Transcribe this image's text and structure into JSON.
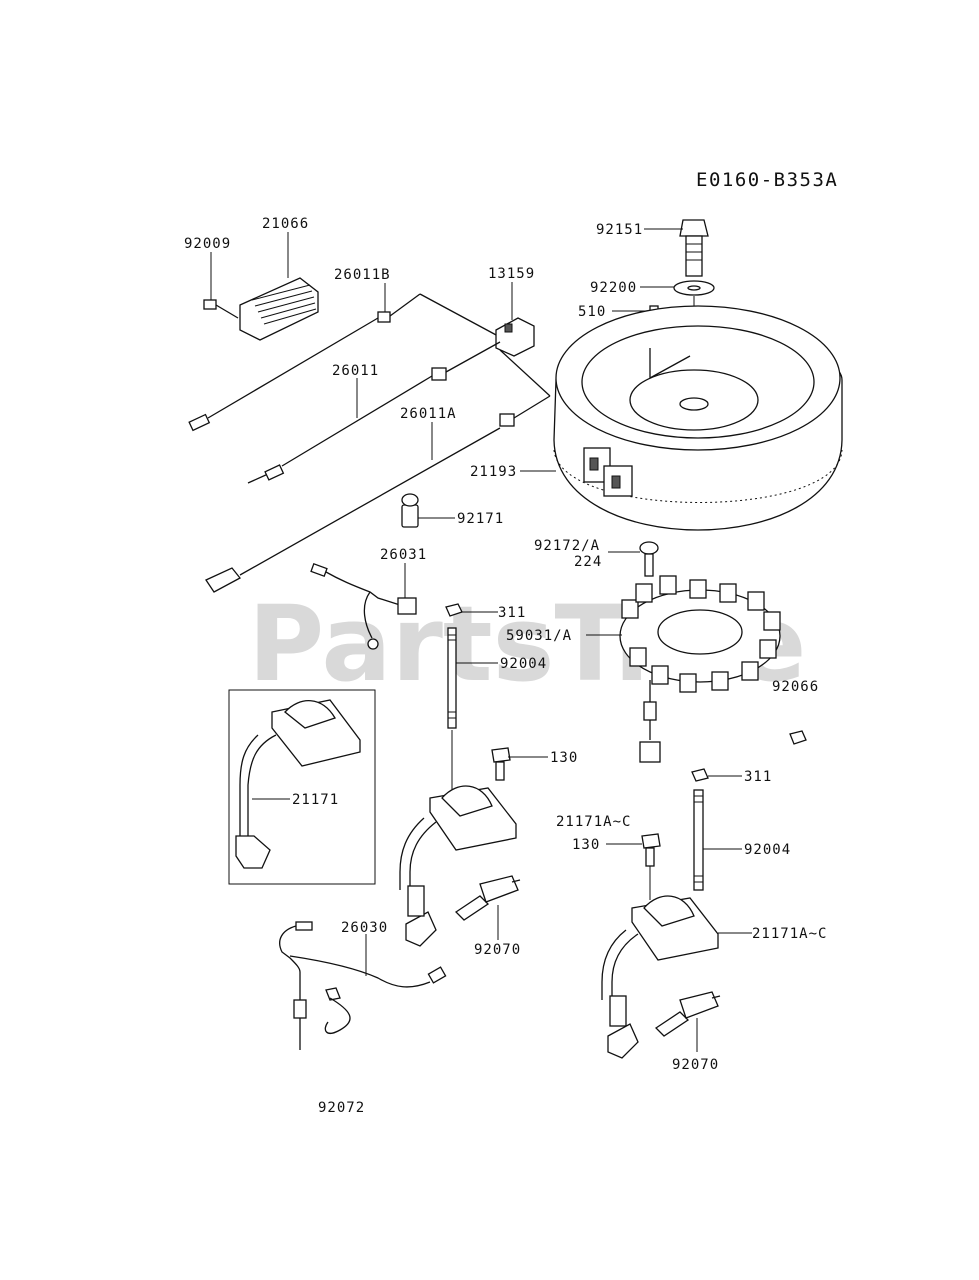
{
  "diagram_code": "E0160-B353A",
  "watermark": "PartsTree",
  "callouts": {
    "c92009": "92009",
    "c21066": "21066",
    "c26011b": "26011B",
    "c13159": "13159",
    "c26011": "26011",
    "c26011a": "26011A",
    "c92171": "92171",
    "c26031": "26031",
    "c311a": "311",
    "c92004a": "92004",
    "c21171": "21171",
    "c130a": "130",
    "c26030": "26030",
    "c92070a": "92070",
    "c92072": "92072",
    "c92151": "92151",
    "c92200": "92200",
    "c510": "510",
    "c21193": "21193",
    "c92172": "92172/A",
    "c224": "224",
    "c59031": "59031/A",
    "c92066": "92066",
    "c311b": "311",
    "c21171ac1": "21171A~C",
    "c130b": "130",
    "c92004b": "92004",
    "c21171ac2": "21171A~C",
    "c92070b": "92070"
  }
}
